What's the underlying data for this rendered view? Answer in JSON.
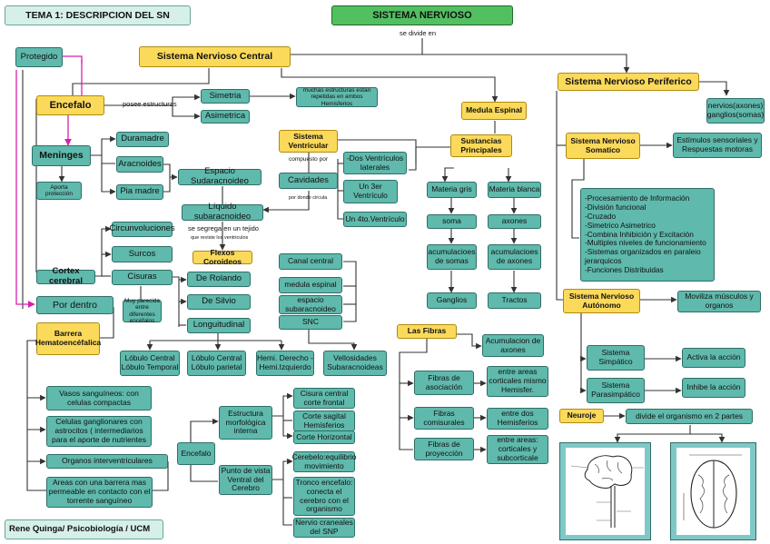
{
  "title": "TEMA 1: DESCRIPCION DEL SN",
  "root": "SISTEMA NERVIOSO",
  "root_sub": "se divide en",
  "footer": "Rene Quinga/ Psicobiología / UCM",
  "central": {
    "label": "Sistema Nervioso Central",
    "protegido": "Protegido",
    "encefalo": "Encefalo",
    "posee": "posee estructuras",
    "simetria": "Simetria",
    "asimetrica": "Asimetrica",
    "simetria_note": "muchas estructuras estan repetidas en ambos Hemisferios",
    "meninges": "Meninges",
    "aporta": "Aporta protección",
    "duramadre": "Duramadre",
    "aracnoides": "Aracnoides",
    "pia_madre": "Pia madre",
    "espacio": "Espacio Sudaracnoideo",
    "liquido": "Líquido subaracnoideo",
    "segrega": "se segrega en un tejido",
    "revisten": "que reviste los ventriculos",
    "flexos": "Flexos Coroideos",
    "cortex": "Cortex cerebral",
    "circunvoluciones": "Circunvoluciones",
    "surcos": "Surcos",
    "cisuras": "Cisuras",
    "cisuras_note": "Muy parecida entre diferentes encéfalos",
    "rolando": "De Rolando",
    "silvio": "De Silvio",
    "longitudinal": "Longuitudinal",
    "lobulo1": "Lóbulo Central Lóbulo Temporal",
    "lobulo2": "Lóbulo Central Lóbulo parietal",
    "hemi": "Hemi. Derecho -Hemi.Izquierdo",
    "por_dentro": "Por dentro",
    "barrera": "Barrera Hematoencéfalica",
    "vasos": "Vasos sanguíneos: con celulas compactas",
    "celulas": "Celulas ganglionares con astrocitos ( intermediarios para el aporte de nutrientes",
    "organos": "Organos interventriculares",
    "areas": "Areas con una barrera mas permeable en contacto con el torrente sanguíneo",
    "ventricular": "Sistema Ventricular",
    "compuesto": "compuesto por",
    "cavidades": "Cavidades",
    "circula": "por donde circula",
    "dos_vent": "-Dos Ventrículos laterales",
    "tercer": "Un 3er Ventrículo",
    "cuarto": "Un 4to.Ventrículo",
    "canal": "Canal central",
    "medula_esp": "medula espinal",
    "espacio_sub": "espacio subaracnoideo",
    "snc": "SNC",
    "vellosidades": "Vellosidades Subaracnoideas",
    "medula": "Medula Espinal",
    "sustancias": "Sustancias Principales",
    "gris": "Materia gris",
    "blanca": "Materia blanca",
    "soma": "soma",
    "axones": "axones",
    "acum_somas": "acumulacioes de somas",
    "acum_axones": "acumulacioes de axones",
    "ganglios": "Ganglios",
    "tractos": "Tractos",
    "fibras": "Las Fibras",
    "acum_ax": "Acumulacion de axones",
    "asociacion": "Fibras de asociación",
    "asociacion_d": "entre areas corticales mismo Hemisfer.",
    "comisurales": "Fibras comisurales",
    "comisurales_d": "entre dos Hemisferios",
    "proyeccion": "Fibras de proyección",
    "proyeccion_d": "entre areas: corticales y subcorticale",
    "encefalo2": "Encefalo",
    "estructura": "Estructura morfológica interna",
    "punto": "Punto de vista Ventral del Cerebro",
    "cisura_central": "Cisura central corte frontal",
    "corte_sagital": "Corte sagital Hemisferios",
    "corte_horizontal": "Corte Horizontal",
    "cerebelo": "Cerebelo:equilibrio movimiento",
    "tronco": "Tronco encefalo: conecta el cerebro con el organismo",
    "nervio": "Nervio craneales del SNP"
  },
  "periferico": {
    "label": "Sistema Nervioso Períferico",
    "nervios": "nervios(axones) ganglios(somas)",
    "somatico": "Sistema Nervioso Somatico",
    "estimulos": "Estímulos sensoriales y Respuestas motoras",
    "lista": [
      "-Procesamiento de Información",
      "-División funcional",
      "-Cruzado",
      "-Simetrico Asimetrico",
      "-Combina Inhibición y Excitación",
      "-Multiples niveles de funcionamiento",
      "-Sistemas organizados en paraleio jerarquicos",
      "-Funciones Distribuidas"
    ],
    "autonomo": "Sistema Nervioso Autónomo",
    "moviliza": "Moviliza músculos y organos",
    "simpatico": "Sistema Simpático",
    "activa": "Activa la acción",
    "parasimpatico": "Sistema Parasimpático",
    "inhibe": "Inhibe la acción",
    "neuroje": "Neuroje",
    "divide": "divide el organismo en 2 partes"
  },
  "colors": {
    "teal": "#5fb9ac",
    "yellow": "#fbd95a",
    "green": "#52c061",
    "mint": "#d6efe9",
    "magenta": "#d81fb1"
  }
}
